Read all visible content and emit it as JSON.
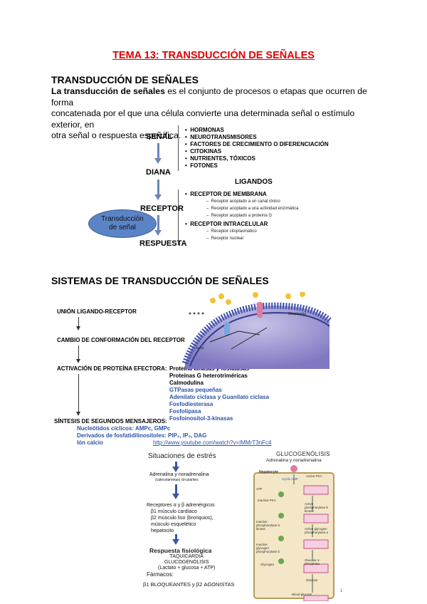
{
  "title": "TEMA 13: TRANSDUCCIÓN DE SEÑALES",
  "section1": {
    "heading": "TRANSDUCCIÓN DE SEÑALES",
    "intro_bold": "La transducción de señales",
    "intro_line1": " es el conjunto de procesos o etapas que ocurren de forma",
    "intro_line2": "concatenada por el que una célula convierte una determinada señal o estímulo exterior, en",
    "intro_line3": "otra señal o respuesta específica."
  },
  "diagram1": {
    "stages": [
      "SEÑAL",
      "DIANA",
      "RECEPTOR",
      "RESPUESTA"
    ],
    "signals": [
      "HORMONAS",
      "NEUROTRANSMISORES",
      "FACTORES DE CRECIMIENTO O DIFERENCIACIÓN",
      "CITOKINAS",
      "NUTRIENTES, TÓXICOS",
      "FOTONES"
    ],
    "ligandos": "LIGANDOS",
    "membrane_receptor": "RECEPTOR DE MEMBRANA",
    "membrane_subitems": [
      "Receptor acoplado a un canal iónico",
      "Receptor acoplado a una actividad enzimática",
      "Receptor acoplado a proteína G"
    ],
    "intracellular_receptor": "RECEPTOR INTRACELULAR",
    "intracellular_subitems": [
      "Receptor citoplasmático",
      "Receptor nuclear"
    ],
    "ellipse_line1": "Transducción",
    "ellipse_line2": "de señal"
  },
  "section2": {
    "heading": "SISTEMAS DE TRANSDUCCIÓN DE SEÑALES",
    "step1": "UNIÓN LIGANDO-RECEPTOR",
    "step2": "CAMBIO DE CONFORMACIÓN DEL RECEPTOR",
    "step3": "ACTIVACIÓN DE PROTEÍNA EFECTORA:",
    "effectors_black": [
      "Proteína kinasas y fosfatasas",
      "Proteínas G heterotriméricas",
      "Calmodulina"
    ],
    "effectors_blue": [
      "GTPasas pequeñas",
      "Adenilato ciclasa y Guanilato ciclasa",
      "Fosfodiesterasa",
      "Fosfolipasa",
      "Fosfoinositol-3-kinasas"
    ],
    "step4": "SÍNTESIS DE SEGUNDOS MENSAJEROS:",
    "messengers": [
      "Nucleótidos cíclicos: AMPc, GMPc",
      "Derivados de fosfatidilinositoles: PIP₂, IP₃, DAG",
      "Ión calcio"
    ],
    "link": "http://www.youtube.com/watch?v=IMMrT3nFc4"
  },
  "stress": {
    "title": "Situaciones de estrés",
    "line1": "Adrenalina y noradrenalina",
    "line1b": "(catecolaminas) circulantes",
    "receptors": [
      "Receptores α y β adrenérgicos",
      "β1 músculo cardíaco",
      "β2 músculo liso (bronquios),",
      "músculo esquelético",
      "hepatocito"
    ],
    "response_title": "Respuesta fisiológica",
    "response_items": [
      "TAQUICARDIA",
      "GLUCOGENÓLISIS",
      "(Lactato + glucosa + ATP)"
    ],
    "drugs_label": "Fármacos:",
    "drugs": "β1 BLOQUEANTES y β2 AGONISTAS"
  },
  "glyco": {
    "title": "GLUCOGENÓLISIS",
    "subtitle": "Adrenalina y noradrenalina",
    "cell_label": "Hepatocyte",
    "left_labels": [
      "ATP",
      "Inactive PKA",
      "Inactive phosphorylase b kinase",
      "Inactive glycogen phosphorylase b",
      "Glycogen"
    ],
    "right_labels": [
      "Cyclic AMP",
      "Active PKA",
      "Active phosphorylase b kinase",
      "Active glycogen phosphorylase a",
      "Glucose-1-phosphate",
      "Glucose",
      "Blood glucose"
    ],
    "page_number": "1"
  }
}
